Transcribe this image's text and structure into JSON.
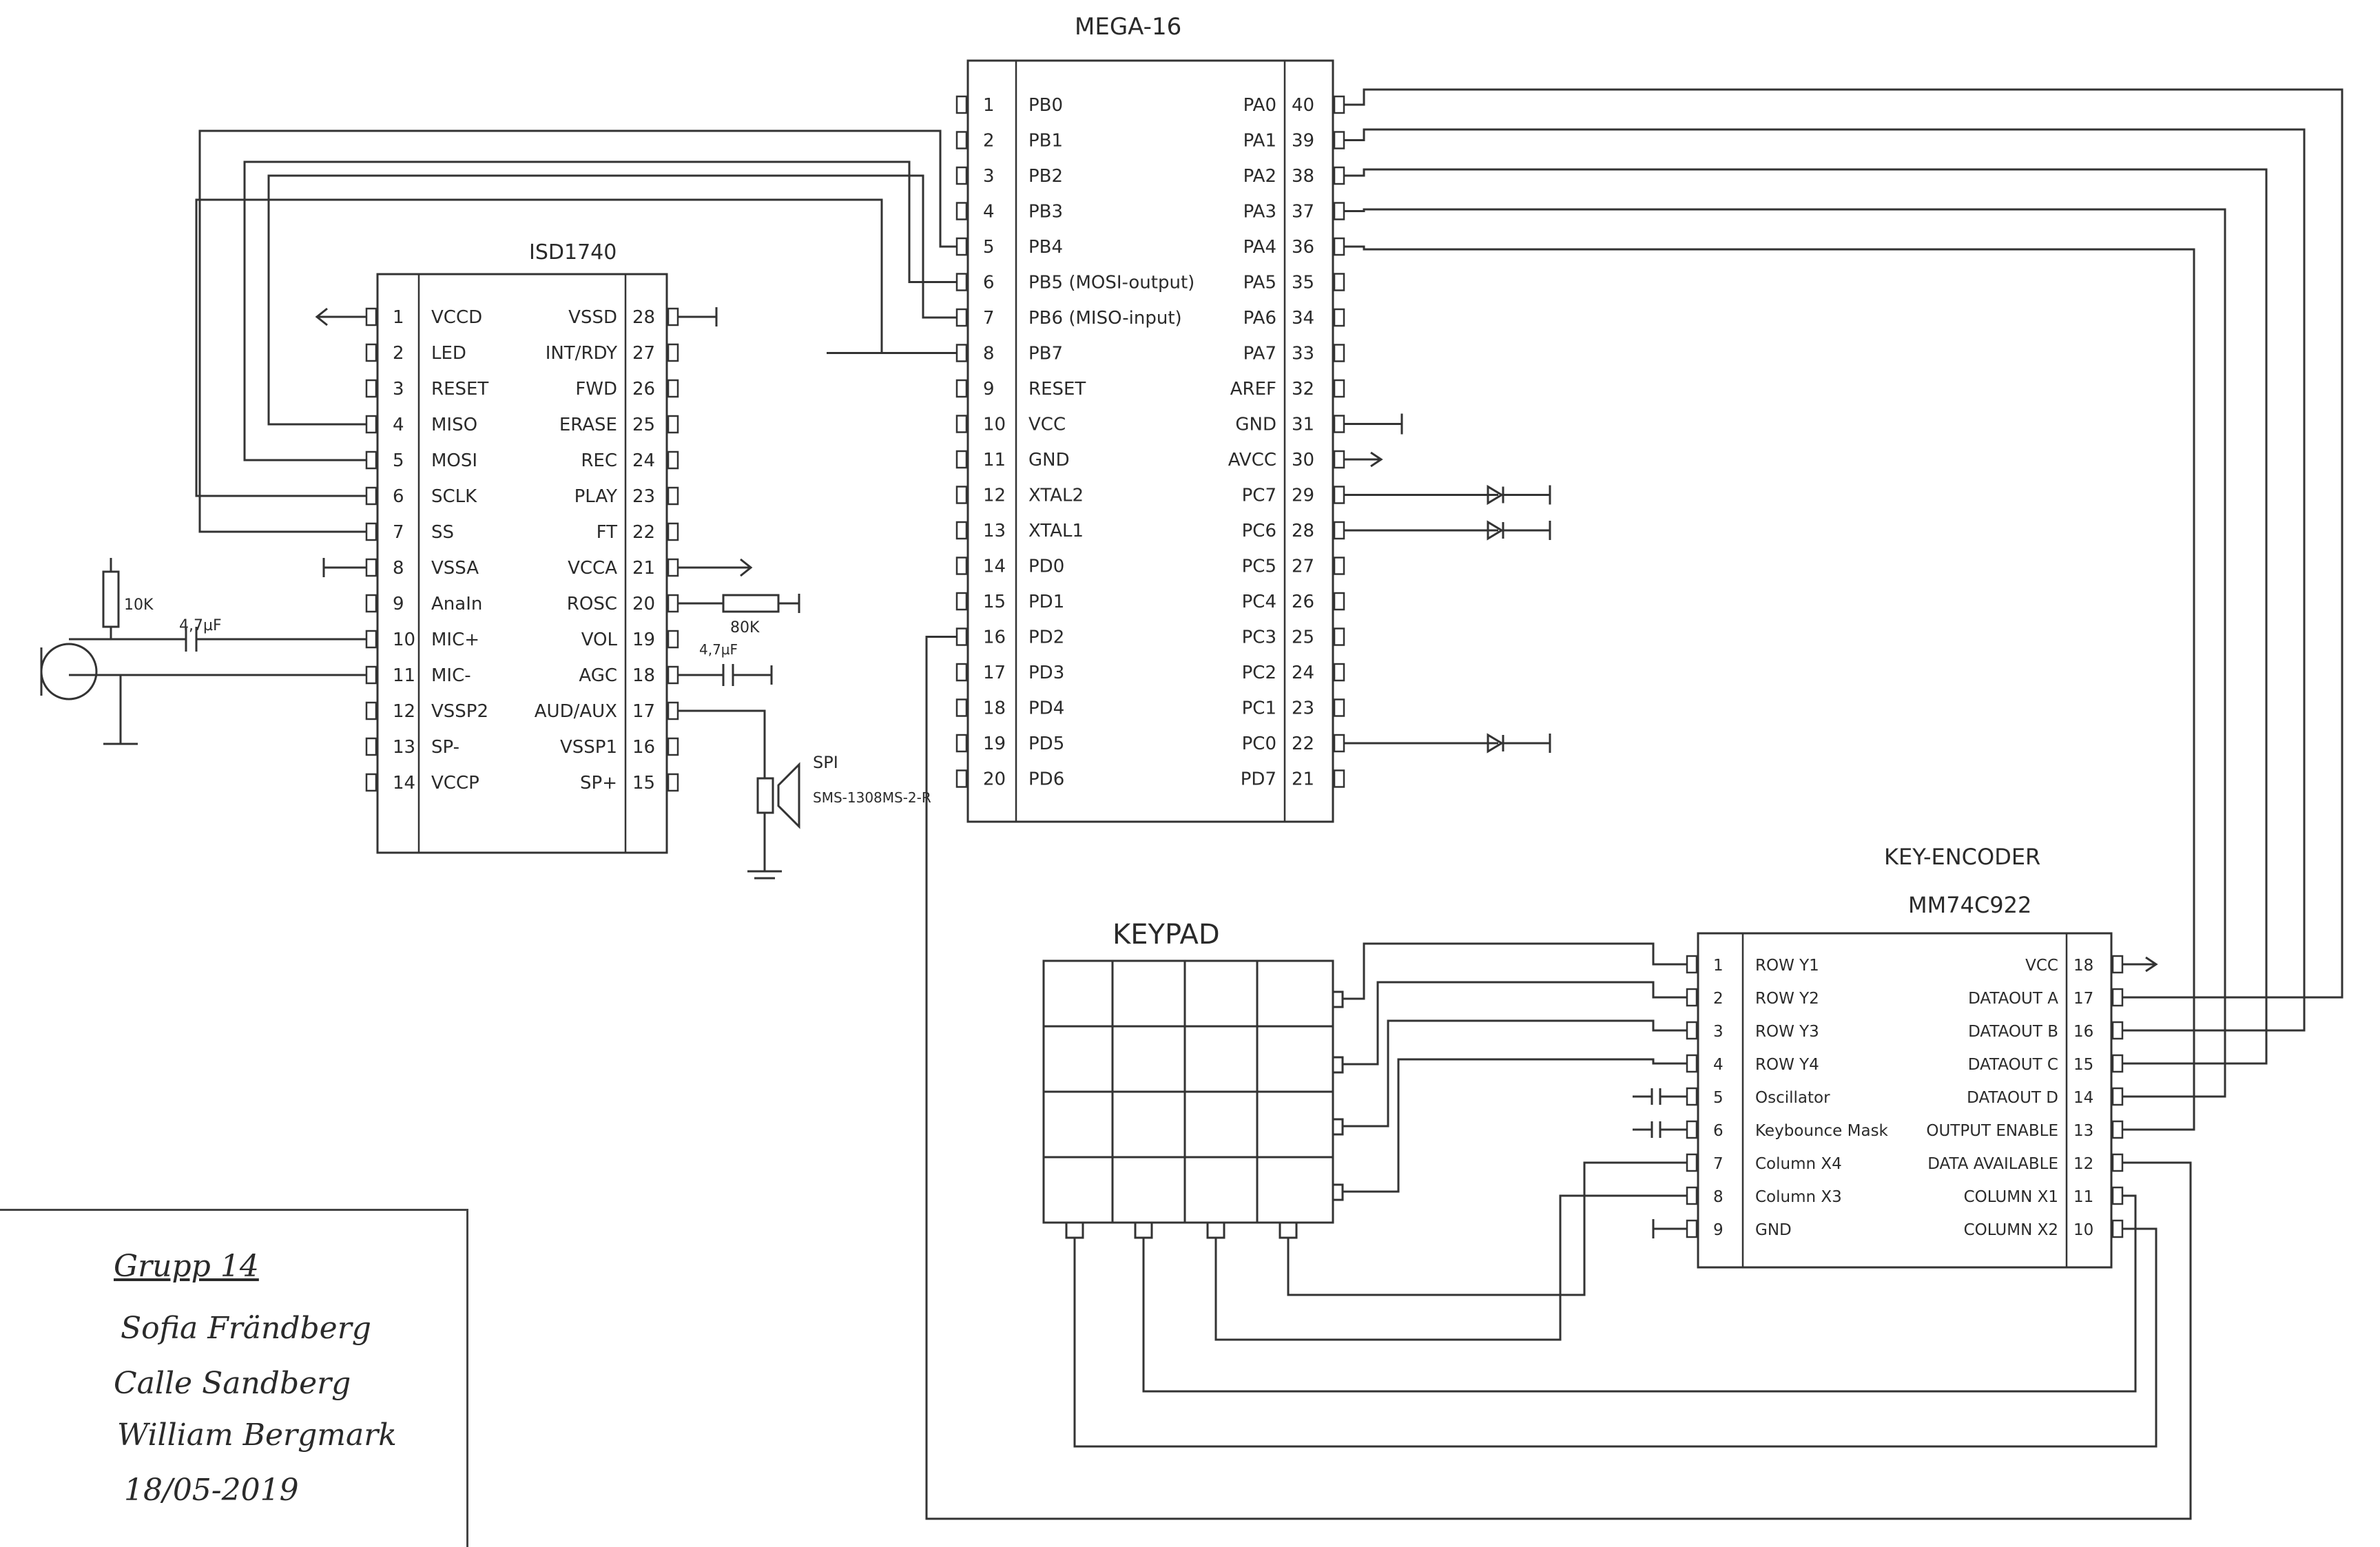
{
  "chips": {
    "mega": {
      "title": "MEGA-16",
      "left": [
        {
          "n": "1",
          "l": "PB0"
        },
        {
          "n": "2",
          "l": "PB1"
        },
        {
          "n": "3",
          "l": "PB2"
        },
        {
          "n": "4",
          "l": "PB3"
        },
        {
          "n": "5",
          "l": "PB4"
        },
        {
          "n": "6",
          "l": "PB5 (MOSI-output)"
        },
        {
          "n": "7",
          "l": "PB6 (MISO-input)"
        },
        {
          "n": "8",
          "l": "PB7"
        },
        {
          "n": "9",
          "l": "RESET"
        },
        {
          "n": "10",
          "l": "VCC"
        },
        {
          "n": "11",
          "l": "GND"
        },
        {
          "n": "12",
          "l": "XTAL2"
        },
        {
          "n": "13",
          "l": "XTAL1"
        },
        {
          "n": "14",
          "l": "PD0"
        },
        {
          "n": "15",
          "l": "PD1"
        },
        {
          "n": "16",
          "l": "PD2"
        },
        {
          "n": "17",
          "l": "PD3"
        },
        {
          "n": "18",
          "l": "PD4"
        },
        {
          "n": "19",
          "l": "PD5"
        },
        {
          "n": "20",
          "l": "PD6"
        }
      ],
      "right": [
        {
          "n": "40",
          "l": "PA0"
        },
        {
          "n": "39",
          "l": "PA1"
        },
        {
          "n": "38",
          "l": "PA2"
        },
        {
          "n": "37",
          "l": "PA3"
        },
        {
          "n": "36",
          "l": "PA4"
        },
        {
          "n": "35",
          "l": "PA5"
        },
        {
          "n": "34",
          "l": "PA6"
        },
        {
          "n": "33",
          "l": "PA7"
        },
        {
          "n": "32",
          "l": "AREF"
        },
        {
          "n": "31",
          "l": "GND"
        },
        {
          "n": "30",
          "l": "AVCC"
        },
        {
          "n": "29",
          "l": "PC7"
        },
        {
          "n": "28",
          "l": "PC6"
        },
        {
          "n": "27",
          "l": "PC5"
        },
        {
          "n": "26",
          "l": "PC4"
        },
        {
          "n": "25",
          "l": "PC3"
        },
        {
          "n": "24",
          "l": "PC2"
        },
        {
          "n": "23",
          "l": "PC1"
        },
        {
          "n": "22",
          "l": "PC0"
        },
        {
          "n": "21",
          "l": "PD7"
        }
      ]
    },
    "isd": {
      "title": "ISD1740",
      "left": [
        {
          "n": "1",
          "l": "VCCD"
        },
        {
          "n": "2",
          "l": "LED"
        },
        {
          "n": "3",
          "l": "RESET"
        },
        {
          "n": "4",
          "l": "MISO"
        },
        {
          "n": "5",
          "l": "MOSI"
        },
        {
          "n": "6",
          "l": "SCLK"
        },
        {
          "n": "7",
          "l": "SS"
        },
        {
          "n": "8",
          "l": "VSSA"
        },
        {
          "n": "9",
          "l": "AnaIn"
        },
        {
          "n": "10",
          "l": "MIC+"
        },
        {
          "n": "11",
          "l": "MIC-"
        },
        {
          "n": "12",
          "l": "VSSP2"
        },
        {
          "n": "13",
          "l": "SP-"
        },
        {
          "n": "14",
          "l": "VCCP"
        }
      ],
      "right": [
        {
          "n": "28",
          "l": "VSSD"
        },
        {
          "n": "27",
          "l": "INT/RDY"
        },
        {
          "n": "26",
          "l": "FWD"
        },
        {
          "n": "25",
          "l": "ERASE"
        },
        {
          "n": "24",
          "l": "REC"
        },
        {
          "n": "23",
          "l": "PLAY"
        },
        {
          "n": "22",
          "l": "FT"
        },
        {
          "n": "21",
          "l": "VCCA"
        },
        {
          "n": "20",
          "l": "ROSC"
        },
        {
          "n": "19",
          "l": "VOL"
        },
        {
          "n": "18",
          "l": "AGC"
        },
        {
          "n": "17",
          "l": "AUD/AUX"
        },
        {
          "n": "16",
          "l": "VSSP1"
        },
        {
          "n": "15",
          "l": "SP+"
        }
      ]
    },
    "enc": {
      "title": "KEY-ENCODER",
      "subtitle": "MM74C922",
      "left": [
        {
          "n": "1",
          "l": "ROW Y1"
        },
        {
          "n": "2",
          "l": "ROW Y2"
        },
        {
          "n": "3",
          "l": "ROW Y3"
        },
        {
          "n": "4",
          "l": "ROW Y4"
        },
        {
          "n": "5",
          "l": "Oscillator"
        },
        {
          "n": "6",
          "l": "Keybounce Mask"
        },
        {
          "n": "7",
          "l": "Column X4"
        },
        {
          "n": "8",
          "l": "Column X3"
        },
        {
          "n": "9",
          "l": "GND"
        }
      ],
      "right": [
        {
          "n": "18",
          "l": "VCC"
        },
        {
          "n": "17",
          "l": "DATAOUT A"
        },
        {
          "n": "16",
          "l": "DATAOUT B"
        },
        {
          "n": "15",
          "l": "DATAOUT C"
        },
        {
          "n": "14",
          "l": "DATAOUT D"
        },
        {
          "n": "13",
          "l": "OUTPUT ENABLE"
        },
        {
          "n": "12",
          "l": "DATA AVAILABLE"
        },
        {
          "n": "11",
          "l": "COLUMN X1"
        },
        {
          "n": "10",
          "l": "COLUMN X2"
        }
      ]
    }
  },
  "keypad": {
    "title": "KEYPAD"
  },
  "components": {
    "r_pullup": "10K",
    "c_mic": "4,7µF",
    "r_osc": "80K",
    "c_agc": "4,7µF",
    "speaker": "SPI",
    "speaker_part": "SMS-1308MS-2-R"
  },
  "credits": {
    "group": "Grupp 14",
    "members": [
      "Sofia Frändberg",
      "Calle Sandberg",
      "William Bergmark"
    ],
    "date": "18/05-2019"
  }
}
